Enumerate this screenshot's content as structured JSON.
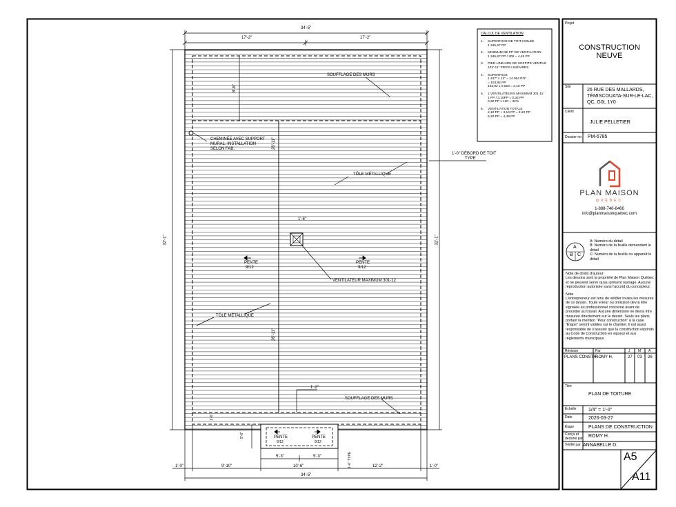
{
  "plan": {
    "dims": {
      "top_total": "34'-5\"",
      "top_left": "17'-2\"",
      "top_right": "17'-2\"",
      "left_height": "32'-1\"",
      "right_height": "32'-1\"",
      "upper_section": "8'-6\"",
      "mid_left": "26'-11\"",
      "mid_lower": "26'-11\"",
      "vent_box": "1'-6\"",
      "lower_offset": "1'-2\"",
      "lower_left_small": "1'-6\"",
      "porch_depth": "5'-6\"",
      "porch_left": "5'-3\"",
      "porch_right": "5'-3\"",
      "porch_total": "10'-6\"",
      "overhang_right_small": "1'-6\" TYPE",
      "bottom_overhang_left": "1'-0\"",
      "bottom_left": "9'-10\"",
      "bottom_right": "12'-2\"",
      "bottom_overhang_right": "1'-0\"",
      "bottom_total": "34'-5\""
    },
    "labels": {
      "soufflage_top": "SOUFFLAGE DES MURS",
      "cheminee": [
        "CHEMINÉE AVEC SUPPORT",
        "MURAL, INSTALLATION",
        "SELON FAB."
      ],
      "debord": [
        "1'-0\" DÉBORD DE TOIT",
        "TYPE"
      ],
      "tole_top": "TÔLE MÉTALLIQUE",
      "pente_left": "PENTE",
      "pente_left_ratio": "9/12",
      "pente_right": "PENTE",
      "pente_right_ratio": "9/12",
      "ventilateur": "VENTILATEUR MAXIMUM 301-12",
      "tole_bottom": "TÔLE MÉTALLIQUE",
      "soufflage_bottom": "SOUFFLAGE DES MURS",
      "porch_pente_left": "PENTE",
      "porch_pente_left_ratio": "9/12",
      "porch_pente_right": "PENTE",
      "porch_pente_right_ratio": "9/12"
    }
  },
  "ventilation": {
    "title": "CALCUL DE VENTILATION",
    "items": [
      {
        "num": "1.",
        "lines": [
          "SUPERFICIE DE TOIT ISOLÉE",
          "1 345,67 PP"
        ]
      },
      {
        "num": "2.",
        "lines": [
          "MINIMUM DE PP DE VENTILATION",
          "1 345,67 PP / 300 = 4,49 PP"
        ]
      },
      {
        "num": "3.",
        "lines": [
          "PIED LINÉAIRE DE SOFFITE VENTILÉ",
          "103'-11\" PIEDS LINÉAIRES"
        ]
      },
      {
        "num": "4.",
        "lines": [
          "SUPERFICIE",
          "1 247\" x 12\" = 14 964 PO²",
          "= 103,92 PP",
          "103,92 x 0,028 = 2,10 PP"
        ]
      },
      {
        "num": "5.",
        "lines": [
          "1 VENTILATEURS MAXIMUM 301-12",
          "1 PP / 3,10PP = 0,32 PP",
          "0,32 PP x 100 = 32%"
        ]
      },
      {
        "num": "6.",
        "lines": [
          "VENTILATION TOTALE",
          "2,10 PP + 3,10 PP = 5,20 PP",
          "5,20 PP = 4,49 PP"
        ]
      }
    ]
  },
  "titleblock": {
    "projet_label": "Projet",
    "projet_value": [
      "CONSTRUCTION",
      "NEUVE"
    ],
    "site_label": "Site",
    "site_value": [
      "26 RUE DES MALLARDS,",
      "TÉMISCOUATA-SUR-LE-LAC,",
      "QC, G0L 1Y0"
    ],
    "client_label": "Client",
    "client_value": "JULIE PELLETIER",
    "dossier_label": "Dossier no",
    "dossier_value": "PM-6785",
    "brand": "PLAN MAISON",
    "brand_sub": "QUÉBEC",
    "phone": "1-888-746-8466",
    "email": "info@planmaisonquebec.com",
    "legend_a": "A:  Numéro du détail",
    "legend_b": "B:  Numéro de la feuille demandant le détail",
    "legend_c": "C:  Numéro de la feuille ou apparaît le détail",
    "legend_letters": [
      "A",
      "B",
      "C"
    ],
    "rights_title": "Note de droits d'auteur:",
    "rights_text": "Les dessins sont la propriété de Plan Maison Québec et ne peuvent servir qu'au présent ouvrage. Aucune reproduction autorisée sans l'accord du concepteur.",
    "note_title": "Note",
    "note_text": "L'entrepreneur est tenu de vérifier toutes les mesures de ce dessin. Toute erreur ou omission devra être signalée au professionnel concerné avant de procéder au travail. Aucune dimension ne devra être mesurée directement sur le dessin. Seuls les plans portant la mention \"Pour construction\" à la case \"Étape\" seront valides sur le chantier. Il est aussi responsable de s'assurer que la construction réponds au Code de Construction en vigueur et aux règlements municipaux.",
    "rev_label": "Révision",
    "par_label": "Par",
    "j": "J",
    "m": "M",
    "a": "A",
    "rev_value": "PLANS CONSTR.",
    "rev_par": "ROMY H.",
    "rev_j": "27",
    "rev_m": "03",
    "rev_a": "26",
    "titre_label": "Titre",
    "titre_value": "PLAN DE TOITURE",
    "echelle_label": "Échelle",
    "echelle_value": "1/4\" = 1'-0\"",
    "date_label": "Date",
    "date_value": "2026-03-27",
    "etape_label": "Étape",
    "etape_value": "PLANS DE CONSTRUCTION",
    "concu_label": [
      "Conçu et",
      "dessiné par"
    ],
    "concu_value": "ROMY H.",
    "verifie_label": "Vérifié par",
    "verifie_value": "ANNABELLE D.",
    "sheet_num": "A5",
    "sheet_total": "A11"
  }
}
